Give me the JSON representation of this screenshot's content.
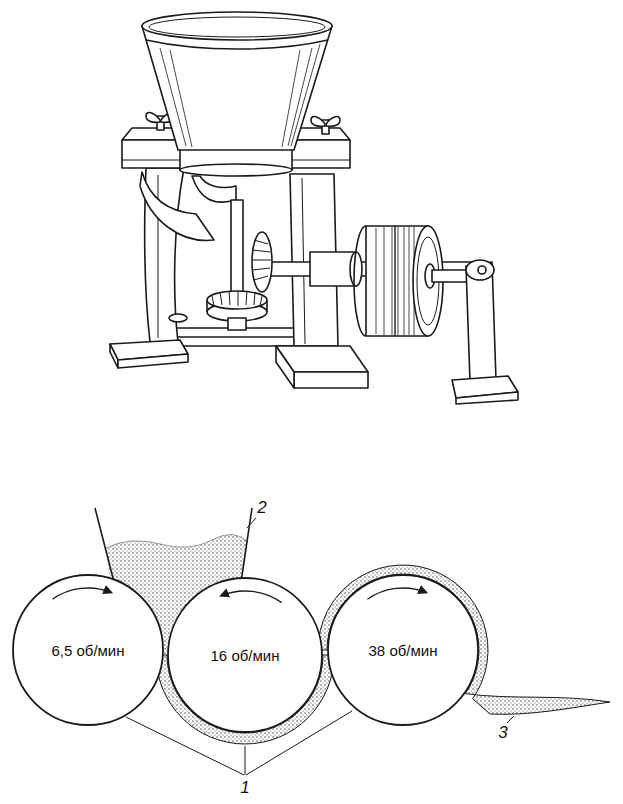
{
  "diagram": {
    "nodes": [
      {
        "text": [
          "6,5 об/мин"
        ]
      },
      {
        "text": [
          "16 об/мин"
        ]
      },
      {
        "text": [
          "38 об/мин"
        ]
      }
    ],
    "labels": [
      "2",
      "3",
      "1"
    ]
  }
}
